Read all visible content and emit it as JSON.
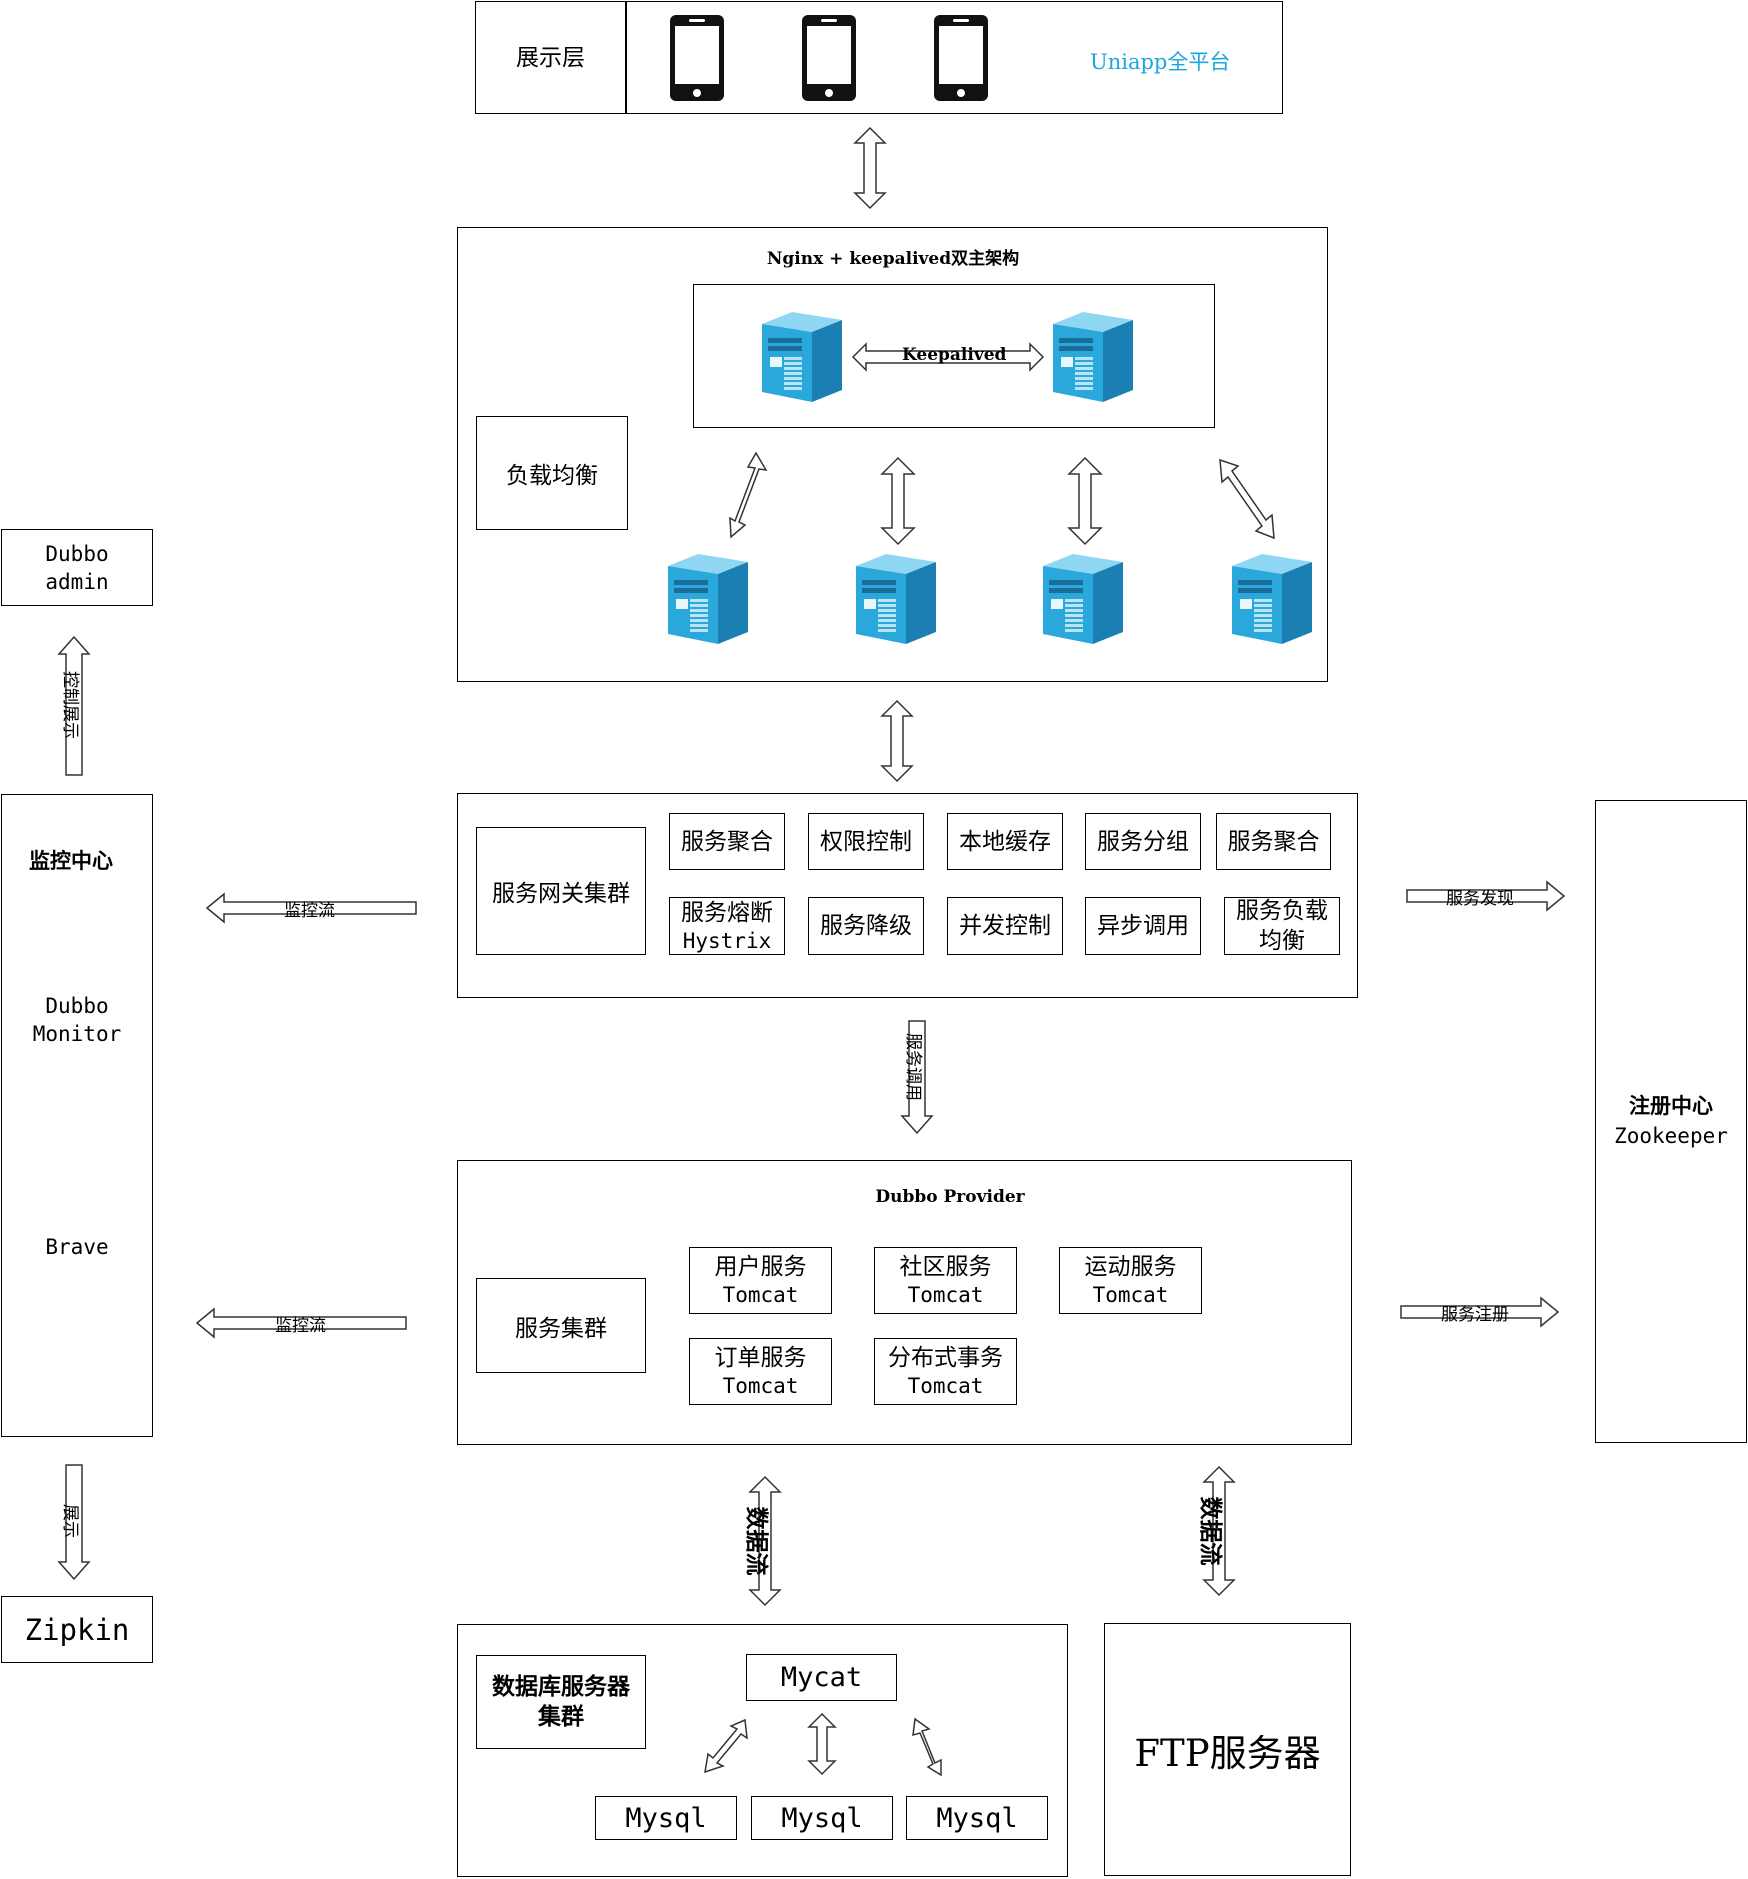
{
  "presentation": {
    "label": "展示层",
    "platform": "Uniapp全平台",
    "platform_color": "#1aa7e0"
  },
  "nginx": {
    "title": "Nginx + keepalived双主架构",
    "keepalived_label": "Keepalived",
    "lb_label": "负载均衡"
  },
  "gateway": {
    "title": "服务网关集群",
    "cells": [
      {
        "line1": "服务聚合",
        "line2": ""
      },
      {
        "line1": "权限控制",
        "line2": ""
      },
      {
        "line1": "本地缓存",
        "line2": ""
      },
      {
        "line1": "服务分组",
        "line2": ""
      },
      {
        "line1": "服务聚合",
        "line2": ""
      },
      {
        "line1": "服务熔断",
        "line2": "Hystrix"
      },
      {
        "line1": "服务降级",
        "line2": ""
      },
      {
        "line1": "并发控制",
        "line2": ""
      },
      {
        "line1": "异步调用",
        "line2": ""
      },
      {
        "line1": "服务负载",
        "line2": "均衡"
      }
    ]
  },
  "provider": {
    "title": "Dubbo Provider",
    "cluster_label": "服务集群",
    "services": [
      {
        "name": "用户服务",
        "container": "Tomcat"
      },
      {
        "name": "社区服务",
        "container": "Tomcat"
      },
      {
        "name": "运动服务",
        "container": "Tomcat"
      },
      {
        "name": "订单服务",
        "container": "Tomcat"
      },
      {
        "name": "分布式事务",
        "container": "Tomcat"
      }
    ]
  },
  "database": {
    "label_line1": "数据库服务器",
    "label_line2": "集群",
    "mycat": "Mycat",
    "mysql": [
      "Mysql",
      "Mysql",
      "Mysql"
    ]
  },
  "ftp": {
    "label": "FTP服务器"
  },
  "monitor": {
    "title": "监控中心",
    "dubbo_monitor_line1": "Dubbo",
    "dubbo_monitor_line2": "Monitor",
    "brave": "Brave"
  },
  "dubbo_admin": {
    "line1": "Dubbo",
    "line2": "admin"
  },
  "zipkin": {
    "label": "Zipkin"
  },
  "registry": {
    "line1": "注册中心",
    "line2": "Zookeeper"
  },
  "arrows": {
    "control_display": "控制展示",
    "monitor_flow_1": "监控流",
    "monitor_flow_2": "监控流",
    "service_discovery": "服务发现",
    "service_registration": "服务注册",
    "service_call": "服务调用",
    "display": "展示",
    "data_flow_1": "数据流",
    "data_flow_2": "数据流"
  }
}
